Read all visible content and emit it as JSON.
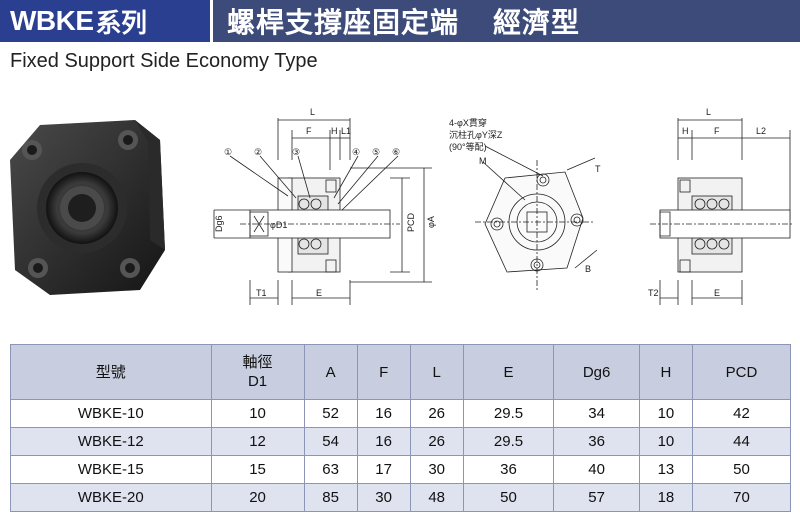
{
  "header": {
    "brand": "WBKE",
    "brand_suffix": "系列",
    "title": "螺桿支撐座固定端",
    "title_type": "經濟型"
  },
  "subtitle": "Fixed Support Side Economy Type",
  "drawings": {
    "side_view": {
      "top_labels": [
        "L",
        "F",
        "H",
        "L1"
      ],
      "callouts": [
        "①",
        "②",
        "③",
        "④",
        "⑤",
        "⑥"
      ],
      "left_labels": [
        "Dg6",
        "ⅹ",
        "φD1"
      ],
      "right_labels": [
        "PCD",
        "φA"
      ],
      "bottom_labels": [
        "T1",
        "E"
      ]
    },
    "front_view": {
      "note_line1": "4-φX貫穿",
      "note_line2": "沉柱孔φY深Z",
      "note_line3": "(90°等配)",
      "labels": [
        "M",
        "T",
        "B"
      ]
    },
    "alt_view": {
      "top_labels": [
        "L",
        "H",
        "F",
        "L2"
      ],
      "bottom_labels": [
        "T2",
        "E"
      ]
    }
  },
  "table": {
    "headers": [
      "型號",
      "軸徑\nD1",
      "A",
      "F",
      "L",
      "E",
      "Dg6",
      "H",
      "PCD"
    ],
    "rows": [
      [
        "WBKE-10",
        "10",
        "52",
        "16",
        "26",
        "29.5",
        "34",
        "10",
        "42"
      ],
      [
        "WBKE-12",
        "12",
        "54",
        "16",
        "26",
        "29.5",
        "36",
        "10",
        "44"
      ],
      [
        "WBKE-15",
        "15",
        "63",
        "17",
        "30",
        "36",
        "40",
        "13",
        "50"
      ],
      [
        "WBKE-20",
        "20",
        "85",
        "30",
        "48",
        "50",
        "57",
        "18",
        "70"
      ]
    ]
  }
}
